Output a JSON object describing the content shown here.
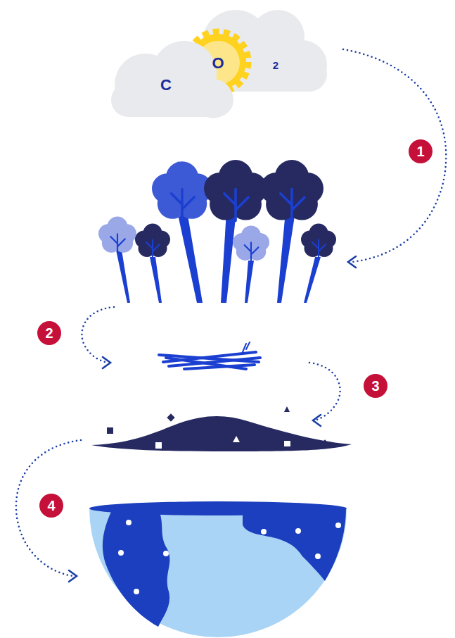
{
  "diagram": {
    "labels": [
      "O",
      "2",
      "C",
      "1",
      "2",
      "3",
      "4"
    ]
  }
}
